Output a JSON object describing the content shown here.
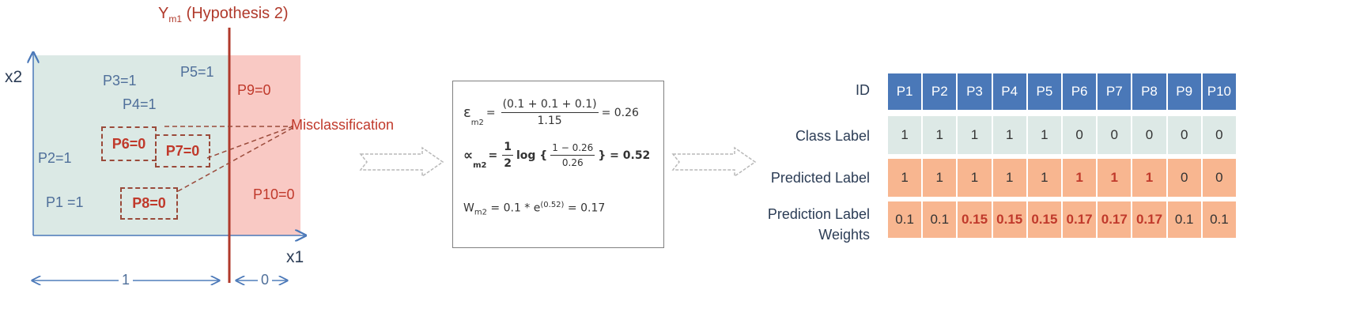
{
  "hypothesis_label": "Y",
  "hypothesis_sub": "m1",
  "hypothesis_suffix": "(Hypothesis 2)",
  "axes": {
    "x": "x1",
    "y": "x2"
  },
  "points": {
    "p3": "P3=1",
    "p5": "P5=1",
    "p4": "P4=1",
    "p2": "P2=1",
    "p1": "P1 =1",
    "p6": "P6=0",
    "p7": "P7=0",
    "p8": "P8=0",
    "p9": "P9=0",
    "p10": "P10=0"
  },
  "misclassification": "Misclassification",
  "width_left": "1",
  "width_right": "0",
  "formulas": {
    "eps_sym": "ε",
    "eps_sub": "m2",
    "eps_num": "(0.1 + 0.1 + 0.1)",
    "eps_den": "1.15",
    "eps_result": "= 0.26",
    "alpha_sym": "∝",
    "alpha_sub": "m2",
    "half_num": "1",
    "half_den": "2",
    "log_text": "log {",
    "log_num": "1  −  0.26",
    "log_den": "0.26",
    "alpha_result": "} = 0.52",
    "w_sym": "W",
    "w_sub": "m2",
    "w_mid": "= 0.1 * e",
    "w_sup": "(0.52)",
    "w_result": "= 0.17"
  },
  "table": {
    "row_labels": {
      "id": "ID",
      "class": "Class Label",
      "pred": "Predicted Label",
      "weight_line1": "Prediction Label",
      "weight_line2": "Weights"
    },
    "ids": [
      "P1",
      "P2",
      "P3",
      "P4",
      "P5",
      "P6",
      "P7",
      "P8",
      "P9",
      "P10"
    ],
    "class_labels": [
      "1",
      "1",
      "1",
      "1",
      "1",
      "0",
      "0",
      "0",
      "0",
      "0"
    ],
    "predicted": [
      "1",
      "1",
      "1",
      "1",
      "1",
      "1",
      "1",
      "1",
      "0",
      "0"
    ],
    "weights": [
      "0.1",
      "0.1",
      "0.15",
      "0.15",
      "0.15",
      "0.17",
      "0.17",
      "0.17",
      "0.1",
      "0.1"
    ],
    "highlight_pred": [
      5,
      6,
      7
    ],
    "highlight_weight": [
      2,
      3,
      4,
      5,
      6,
      7
    ]
  },
  "colors": {
    "id_bg": "#4a78b8",
    "class_bg": "#dde9e6",
    "pred_bg": "#f8b690",
    "region_left": "#dbe9e5",
    "region_right": "#f9c9c4",
    "accent_red": "#c0392b"
  }
}
